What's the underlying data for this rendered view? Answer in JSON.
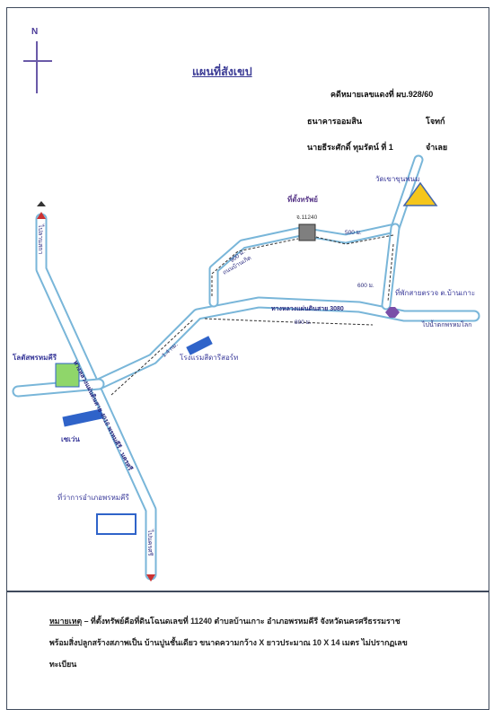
{
  "title": "แผนที่สังเขป",
  "compass": {
    "label": "N"
  },
  "header": {
    "reference": "คดีหมายเลขแดงที่ ผบ.928/60",
    "plaintiff_label": "ธนาคารออมสิน",
    "plaintiff_role": "โจทก์",
    "defendant_label": "นายธีระศักดิ์  ทุมรัตน์  ที่ 1",
    "defendant_role": "จำเลย"
  },
  "places": {
    "property_title": "ที่ตั้งทรัพย์",
    "deed_no": "จ.11240",
    "temple": "วัดเขาขุนพนม",
    "police_box": "ที่พักสายตรวจ ต.บ้านเกาะ",
    "hotel": "โรงแรมสีดารีสอร์ท",
    "lotus": "โลตัสพรหมคีรี",
    "seven": "เซเว่น",
    "district_office": "ที่ว่าการอำเภอพรหมคีรี"
  },
  "roads": {
    "highway_4016": "ทางหลวงแผ่นดินสาย 4016 พรหมคีรี - นครศรี",
    "highway_3080": "ทางหลวงแผ่นดินสาย 3080",
    "village_road": "ถนนบ้านเกิด",
    "to_lan_saka": "ไปลานสกา",
    "to_nakhon_si": "ไปนครศรี",
    "to_namtok": "ไปน้ำตกพรหมโลก"
  },
  "distances": {
    "d900": "900 ม.",
    "d500": "500 ม.",
    "d600": "600 ม.",
    "d800": "800 ม.",
    "d14km": "1.4 กม."
  },
  "note": {
    "label": "หมายเหตุ",
    "line1": " – ที่ตั้งทรัพย์คือที่ดินโฉนดเลขที่ 11240  ตำบลบ้านเกาะ  อำเภอพรหมคีรี  จังหวัดนครศรีธรรมราช",
    "line2": "พร้อมสิ่งปลูกสร้างสภาพเป็น บ้านปูนชั้นเดียว ขนาดความกว้าง X ยาวประมาณ 10 X 14 เมตร  ไม่ปรากฏเลข",
    "line3": "ทะเบียน"
  },
  "colors": {
    "road": "#79b6d9",
    "border": "#3f4a5c",
    "label": "#3a3a9a",
    "temple": "#f5c61c",
    "property": "#7f7f7f",
    "lotus": "#8fd66a",
    "seven": "#2f63c9",
    "police": "#7a4ea8",
    "arrow": "#cc3333"
  }
}
